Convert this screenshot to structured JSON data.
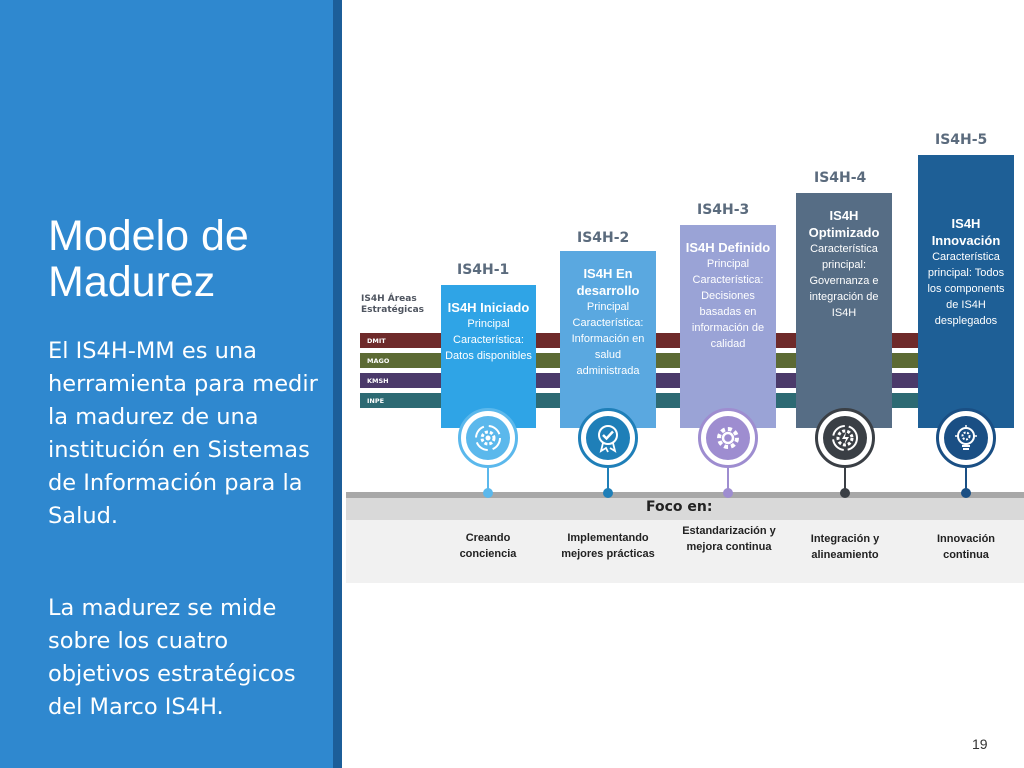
{
  "slide": {
    "title_line1": "Modelo de",
    "title_line2": "Madurez",
    "paragraph1": "El IS4H-MM es una herramienta para medir la madurez de una institución en Sistemas de Información para la Salud.",
    "paragraph2": "La madurez se mide sobre los cuatro objetivos estratégicos del Marco IS4H.",
    "page_number": "19"
  },
  "diagram": {
    "areas_title_line1": "IS4H Áreas",
    "areas_title_line2": "Estratégicas",
    "areas": [
      {
        "label": "DMIT",
        "color": "#6e2a2a"
      },
      {
        "label": "MAGO",
        "color": "#5c6a34"
      },
      {
        "label": "KMSH",
        "color": "#4b3a6a"
      },
      {
        "label": "INPE",
        "color": "#2d6a73"
      }
    ],
    "levels": [
      {
        "code": "IS4H-1",
        "box_color": "#2fa4e6",
        "box_title": "IS4H Iniciado",
        "box_desc": "Principal Característica: Datos disponibles",
        "icon": "gear-cycle-icon",
        "icon_color": "#5bb8ec",
        "dot_color": "#5bb8ec"
      },
      {
        "code": "IS4H-2",
        "box_color": "#5aa8e0",
        "box_title": "IS4H En desarrollo",
        "box_desc": "Principal Característica: Información en salud administrada",
        "icon": "badge-check-icon",
        "icon_color": "#1f7fb8",
        "dot_color": "#1f7fb8"
      },
      {
        "code": "IS4H-3",
        "box_color": "#9aa3d6",
        "box_title": "IS4H Definido",
        "box_desc": "Principal Característica: Decisiones basadas en información de calidad",
        "icon": "gear-icon",
        "icon_color": "#9e8dd0",
        "dot_color": "#9e8dd0"
      },
      {
        "code": "IS4H-4",
        "box_color": "#566d85",
        "box_title": "IS4H Optimizado",
        "box_desc": "Característica principal: Governanza e integración de IS4H",
        "icon": "lightning-cycle-icon",
        "icon_color": "#3a3f45",
        "dot_color": "#3a3f45"
      },
      {
        "code": "IS4H-5",
        "box_color": "#1e5f96",
        "box_title": "IS4H Innovación",
        "box_desc": "Característica principal: Todos los components de IS4H desplegados",
        "icon": "lightbulb-icon",
        "icon_color": "#1a4f84",
        "dot_color": "#1a4f84"
      }
    ],
    "foco_label": "Foco en:",
    "focus": [
      "Creando conciencia",
      "Implementando mejores prácticas",
      "Estandarización y mejora continua",
      "Integración y alineamiento",
      "Innovación continua"
    ]
  }
}
